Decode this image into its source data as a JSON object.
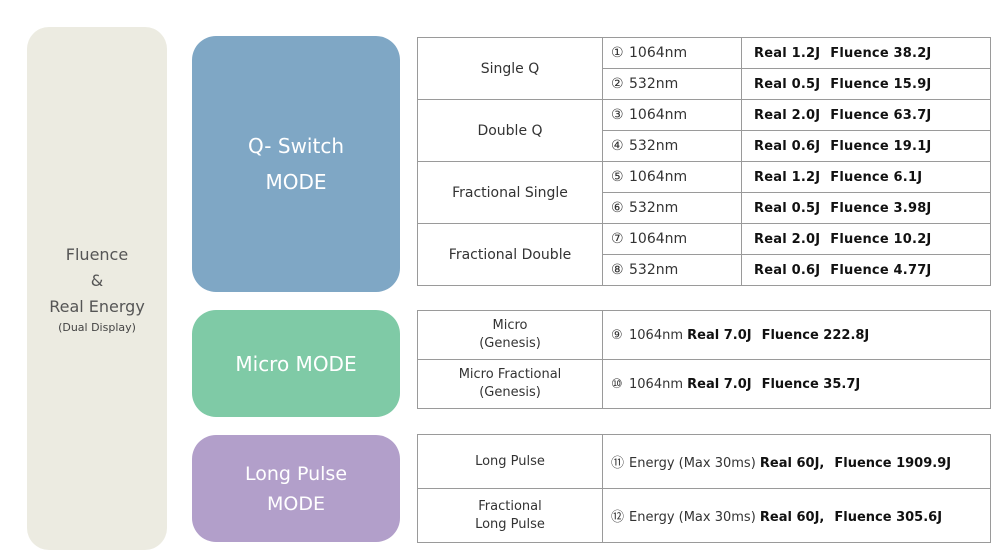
{
  "left_panel": {
    "line1": "Fluence",
    "line2": "&",
    "line3": "Real Energy",
    "line4": "(Dual Display)"
  },
  "modes": {
    "qswitch": {
      "line1": "Q- Switch",
      "line2": "MODE"
    },
    "micro": {
      "line1": "Micro MODE"
    },
    "longpulse": {
      "line1": "Long Pulse",
      "line2": "MODE"
    }
  },
  "qswitch_rows": [
    {
      "sub": "Single Q",
      "num": "①",
      "wave": "1064nm",
      "real": "Real  1.2J",
      "fluence": "Fluence  38.2J"
    },
    {
      "num": "②",
      "wave": "532nm",
      "real": "Real  0.5J",
      "fluence": "Fluence  15.9J"
    },
    {
      "sub": "Double Q",
      "num": "③",
      "wave": "1064nm",
      "real": "Real  2.0J",
      "fluence": "Fluence  63.7J"
    },
    {
      "num": "④",
      "wave": "532nm",
      "real": "Real  0.6J",
      "fluence": "Fluence  19.1J"
    },
    {
      "sub": "Fractional Single",
      "num": "⑤",
      "wave": "1064nm",
      "real": "Real  1.2J",
      "fluence": "Fluence  6.1J"
    },
    {
      "num": "⑥",
      "wave": "532nm",
      "real": "Real  0.5J",
      "fluence": "Fluence  3.98J"
    },
    {
      "sub": "Fractional Double",
      "num": "⑦",
      "wave": "1064nm",
      "real": "Real  2.0J",
      "fluence": "Fluence  10.2J"
    },
    {
      "num": "⑧",
      "wave": "532nm",
      "real": "Real  0.6J",
      "fluence": "Fluence  4.77J"
    }
  ],
  "micro_rows": [
    {
      "sub1": "Micro",
      "sub2": "(Genesis)",
      "num": "⑨",
      "label": "1064nm",
      "real": "Real  7.0J",
      "fluence": "Fluence  222.8J"
    },
    {
      "sub1": "Micro Fractional",
      "sub2": "(Genesis)",
      "num": "⑩",
      "label": "1064nm",
      "real": "Real  7.0J",
      "fluence": "Fluence  35.7J"
    }
  ],
  "longpulse_rows": [
    {
      "sub1": "Long Pulse",
      "sub2": "",
      "num": "⑪",
      "label": "Energy (Max 30ms)",
      "real": "Real  60J,",
      "fluence": "Fluence  1909.9J"
    },
    {
      "sub1": "Fractional",
      "sub2": "Long Pulse",
      "num": "⑫",
      "label": "Energy (Max 30ms)",
      "real": "Real  60J,",
      "fluence": "Fluence  305.6J"
    }
  ],
  "colors": {
    "left_panel": "#ecebe1",
    "qswitch": "#7fa7c5",
    "micro": "#7fcaa6",
    "longpulse": "#b29fca",
    "border": "#9a9a9a"
  }
}
